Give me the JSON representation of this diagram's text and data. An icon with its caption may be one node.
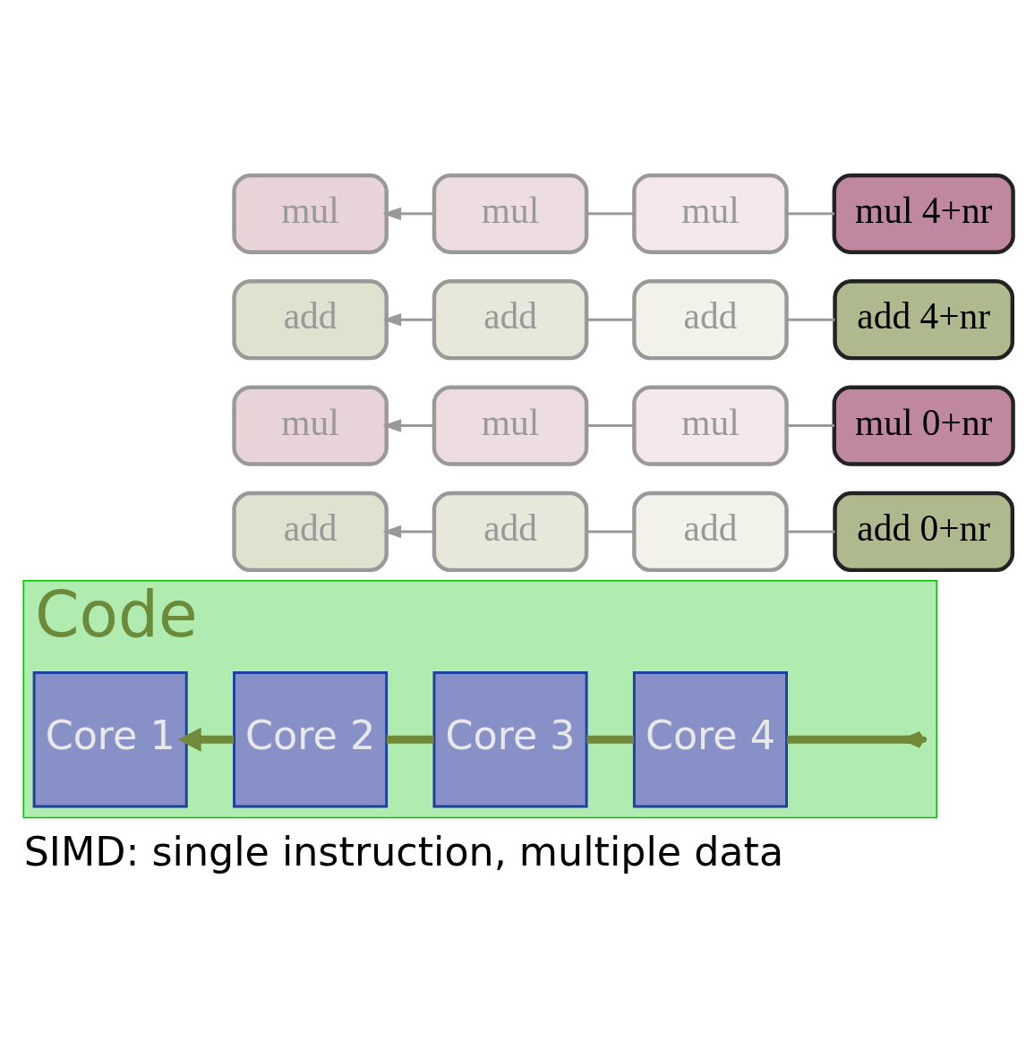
{
  "diagram": {
    "caption": "SIMD: single instruction, multiple data",
    "nodes": [
      {
        "text": [
          "Code"
        ]
      },
      {
        "text": [
          "Core 1"
        ],
        "in": 0
      },
      {
        "text": [
          "Core 2"
        ],
        "in": 0
      },
      {
        "text": [
          "Core 3"
        ],
        "in": 0
      },
      {
        "text": [
          "Core 4"
        ],
        "in": 0
      },
      {
        "text": [
          "add"
        ]
      },
      {
        "text": [
          "add"
        ]
      },
      {
        "text": [
          "add"
        ]
      },
      {
        "text": [
          "add 0+nr"
        ]
      },
      {
        "text": [
          "mul"
        ]
      },
      {
        "text": [
          "mul"
        ]
      },
      {
        "text": [
          "mul"
        ]
      },
      {
        "text": [
          "mul 0+nr"
        ]
      },
      {
        "text": [
          "add"
        ]
      },
      {
        "text": [
          "add"
        ]
      },
      {
        "text": [
          "add"
        ]
      },
      {
        "text": [
          "add 4+nr"
        ]
      },
      {
        "text": [
          "mul"
        ]
      },
      {
        "text": [
          "mul"
        ]
      },
      {
        "text": [
          "mul"
        ]
      },
      {
        "text": [
          "mul 4+nr"
        ]
      }
    ],
    "edges": [
      {
        "from": null,
        "to": 4,
        "arrow": "other",
        "style": "thick",
        "color": "#708a3a"
      },
      {
        "from": 4,
        "to": 3,
        "arrow": "none",
        "style": "thick",
        "color": "#708a3a"
      },
      {
        "from": 3,
        "to": 2,
        "arrow": "none",
        "style": "thick",
        "color": "#708a3a"
      },
      {
        "from": 2,
        "to": 1,
        "arrow": "to",
        "style": "thick",
        "color": "#708a3a"
      },
      {
        "from": 8,
        "to": 7,
        "arrow": "none"
      },
      {
        "from": 7,
        "to": 6,
        "arrow": "none"
      },
      {
        "from": 6,
        "to": 5,
        "arrow": "to"
      },
      {
        "from": 12,
        "to": 11,
        "arrow": "none"
      },
      {
        "from": 11,
        "to": 10,
        "arrow": "none"
      },
      {
        "from": 10,
        "to": 9,
        "arrow": "to"
      },
      {
        "from": 16,
        "to": 15,
        "arrow": "none"
      },
      {
        "from": 15,
        "to": 14,
        "arrow": "none"
      },
      {
        "from": 14,
        "to": 13,
        "arrow": "to"
      },
      {
        "from": 20,
        "to": 19,
        "arrow": "none"
      },
      {
        "from": 19,
        "to": 18,
        "arrow": "none"
      },
      {
        "from": 18,
        "to": 17,
        "arrow": "to"
      }
    ]
  }
}
